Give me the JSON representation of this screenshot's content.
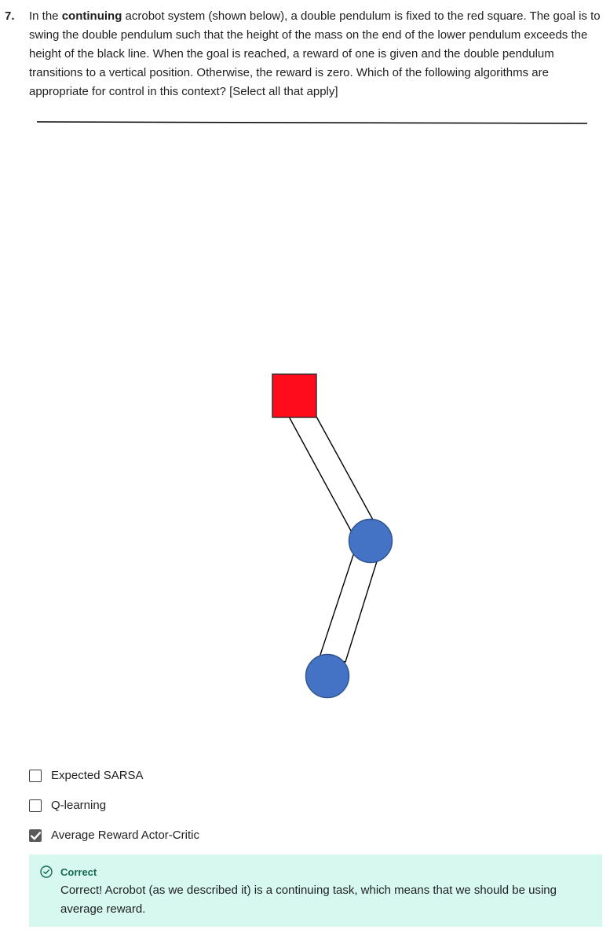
{
  "question": {
    "number": "7.",
    "text_before": "In the ",
    "text_bold": "continuing",
    "text_after": " acrobot system (shown below), a double pendulum is fixed to the red square. The goal is to swing the double pendulum such that the height of the mass on the end of the lower pendulum exceeds the height of the black line. When the goal is reached, a reward of one is given and the double pendulum transitions to a vertical position. Otherwise, the reward is zero. Which of the following algorithms are appropriate for control in this context? [Select all that apply]"
  },
  "figure": {
    "anchor_color": "#ff0c1c",
    "mass_color": "#4472c4",
    "goal_line_color": "#000000"
  },
  "options": [
    {
      "label": "Expected SARSA",
      "checked": false
    },
    {
      "label": "Q-learning",
      "checked": false
    },
    {
      "label": "Average Reward Actor-Critic",
      "checked": true
    }
  ],
  "feedback": {
    "status": "Correct",
    "message": "Correct! Acrobot (as we described it) is a continuing task, which means that we should be using average reward.",
    "background": "#d6f8ef",
    "accent": "#17694f",
    "icon": "check-circle-icon"
  }
}
